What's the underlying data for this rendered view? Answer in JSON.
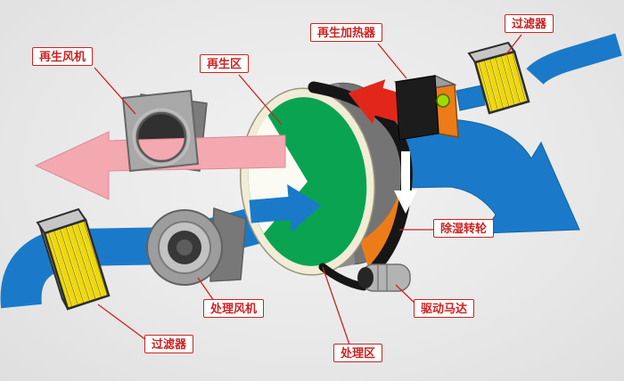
{
  "labels": [
    {
      "id": "regeneration-fan",
      "text": "再生风机"
    },
    {
      "id": "regeneration-zone",
      "text": "再生区"
    },
    {
      "id": "regeneration-heater",
      "text": "再生加热器"
    },
    {
      "id": "filter-top",
      "text": "过滤器"
    },
    {
      "id": "desiccant-wheel",
      "text": "除湿转轮"
    },
    {
      "id": "drive-motor",
      "text": "驱动马达"
    },
    {
      "id": "process-fan",
      "text": "处理风机"
    },
    {
      "id": "filter-bottom",
      "text": "过滤器"
    },
    {
      "id": "process-zone",
      "text": "处理区"
    }
  ],
  "colors": {
    "process_air_blue": "#1a7ac9",
    "regeneration_air_pink": "#f4a8b0",
    "hot_air_red": "#e3261a",
    "wheel_green": "#0aa351",
    "wheel_rim_cream": "#f1ecd6",
    "filter_yellow": "#f0d800",
    "heater_orange": "#ed7c18",
    "indicator_green": "#9fdb00",
    "label_red": "#cc2222",
    "machine_gray": "#9d9d9d",
    "belt_black": "#161616",
    "background": "#ededed"
  }
}
